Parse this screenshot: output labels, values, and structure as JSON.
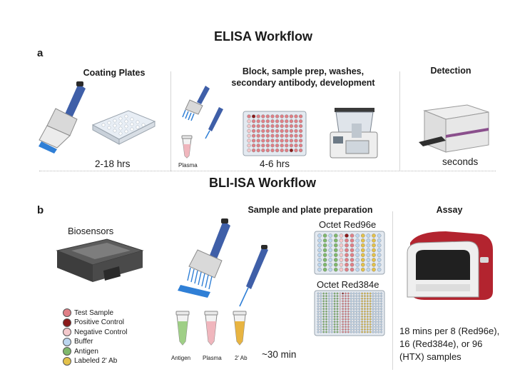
{
  "elisa": {
    "title": "ELISA Workflow",
    "panel_label": "a",
    "coating": {
      "title": "Coating Plates",
      "time": "2-18 hrs"
    },
    "block": {
      "title_line1": "Block, sample prep, washes,",
      "title_line2": "secondary antibody, development",
      "time": "4-6 hrs",
      "tube_label": "Plasma"
    },
    "detection": {
      "title": "Detection",
      "time": "seconds"
    }
  },
  "bli": {
    "title": "BLI-ISA Workflow",
    "panel_label": "b",
    "biosensors_label": "Biosensors",
    "prep": {
      "title": "Sample and plate preparation",
      "time": "~30 min",
      "tubes": [
        "Antigen",
        "Plasma",
        "2' Ab"
      ],
      "plate96": "Octet Red96e",
      "plate384": "Octet Red384e"
    },
    "assay": {
      "title": "Assay",
      "desc_line1": "18 mins per 8 (Red96e),",
      "desc_line2": "16 (Red384e), or 96",
      "desc_line3": "(HTX) samples"
    },
    "legend": [
      {
        "label": "Test Sample",
        "color": "#e07f86"
      },
      {
        "label": "Positive Control",
        "color": "#8b1a1a"
      },
      {
        "label": "Negative Control",
        "color": "#f4c9cc"
      },
      {
        "label": "Buffer",
        "color": "#bcd6f0"
      },
      {
        "label": "Antigen",
        "color": "#7fb86c"
      },
      {
        "label": "Labeled 2' Ab",
        "color": "#e3c14a"
      }
    ]
  },
  "colors": {
    "pipette_blue": "#3f5fa8",
    "tip_blue": "#2f7fd6",
    "plate_pink": "#d98c8c",
    "instrument_red": "#b3242f",
    "detector_purple": "#8a4f8c"
  }
}
